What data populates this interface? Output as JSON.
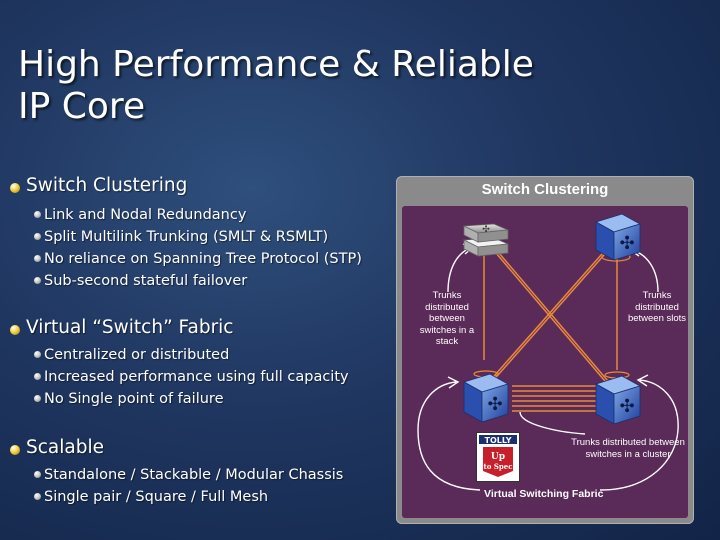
{
  "title": {
    "line1": "High Performance & Reliable",
    "line2": "IP Core"
  },
  "sections": [
    {
      "heading": "Switch Clustering",
      "items": [
        "Link and Nodal Redundancy",
        "Split Multilink Trunking (SMLT & RSMLT)",
        "No reliance on Spanning Tree Protocol (STP)",
        "Sub-second stateful failover"
      ]
    },
    {
      "heading": "Virtual “Switch” Fabric",
      "items": [
        "Centralized or distributed",
        "Increased performance using full capacity",
        "No Single point of failure"
      ]
    },
    {
      "heading": "Scalable",
      "items": [
        "Standalone / Stackable / Modular Chassis",
        "Single pair / Square / Full Mesh"
      ]
    }
  ],
  "diagram": {
    "title": "Switch Clustering",
    "label_stack": "Trunks distributed between switches in a stack",
    "label_slots": "Trunks distributed between slots",
    "label_cluster": "Trunks distributed between switches in a cluster",
    "footer": "Virtual Switching Fabric",
    "badge": "Tolly"
  },
  "colors": {
    "accent": "#f4d23c",
    "background": "#1f3660",
    "panel_inner": "#5a2a58",
    "link_orange": "#e8893a"
  }
}
